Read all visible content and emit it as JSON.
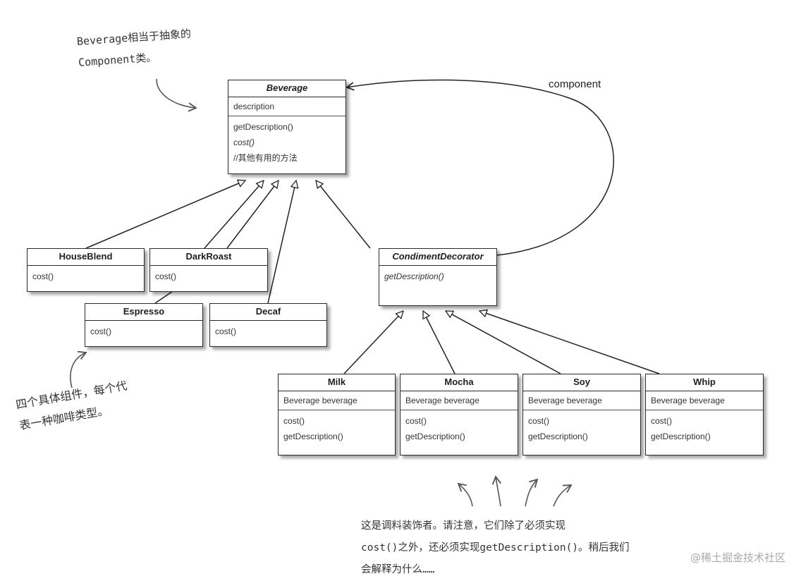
{
  "classes": {
    "beverage": {
      "name": "Beverage",
      "field": "description",
      "methods": [
        "getDescription()",
        "cost()",
        "//其他有用的方法"
      ]
    },
    "house_blend": {
      "name": "HouseBlend",
      "methods": [
        "cost()"
      ]
    },
    "dark_roast": {
      "name": "DarkRoast",
      "methods": [
        "cost()"
      ]
    },
    "espresso": {
      "name": "Espresso",
      "methods": [
        "cost()"
      ]
    },
    "decaf": {
      "name": "Decaf",
      "methods": [
        "cost()"
      ]
    },
    "condiment_decorator": {
      "name": "CondimentDecorator",
      "methods": [
        "getDescription()"
      ]
    },
    "milk": {
      "name": "Milk",
      "field": "Beverage beverage",
      "methods": [
        "cost()",
        "getDescription()"
      ]
    },
    "mocha": {
      "name": "Mocha",
      "field": "Beverage beverage",
      "methods": [
        "cost()",
        "getDescription()"
      ]
    },
    "soy": {
      "name": "Soy",
      "field": "Beverage beverage",
      "methods": [
        "cost()",
        "getDescription()"
      ]
    },
    "whip": {
      "name": "Whip",
      "field": "Beverage beverage",
      "methods": [
        "cost()",
        "getDescription()"
      ]
    }
  },
  "labels": {
    "component": "component"
  },
  "notes": {
    "beverage_note": [
      "Beverage相当于抽象的",
      "Component类。"
    ],
    "concrete_note": [
      "四个具体组件，每个代",
      "表一种咖啡类型。"
    ],
    "decorator_note": [
      "这是调料装饰者。请注意，它们除了必须实现",
      "cost()之外，还必须实现getDescription()。稍后我们",
      "会解释为什么……"
    ]
  },
  "watermark": "@稀土掘金技术社区"
}
